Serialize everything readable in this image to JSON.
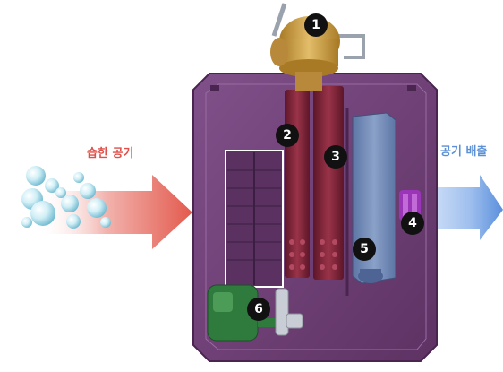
{
  "labels": {
    "humid_air_in": "습한 공기",
    "air_out": "공기 배출"
  },
  "callouts": [
    "1",
    "2",
    "3",
    "4",
    "5",
    "6"
  ],
  "colors": {
    "inlet_label": "#e0504a",
    "outlet_label": "#5b8fd6",
    "inlet_arrow": "#e35a4e",
    "outlet_arrow": "#5a8fdc",
    "housing": "#6e3f72",
    "housing_edge": "#4a2550",
    "callout_fill": "#111111",
    "compressor": "#c79a3c",
    "coils": "#7a2035",
    "fan_tank": "#6f88b6",
    "pump": "#2f7a3d"
  },
  "icons": [
    "bubbles-icon",
    "inlet-arrow-icon",
    "outlet-arrow-icon"
  ]
}
